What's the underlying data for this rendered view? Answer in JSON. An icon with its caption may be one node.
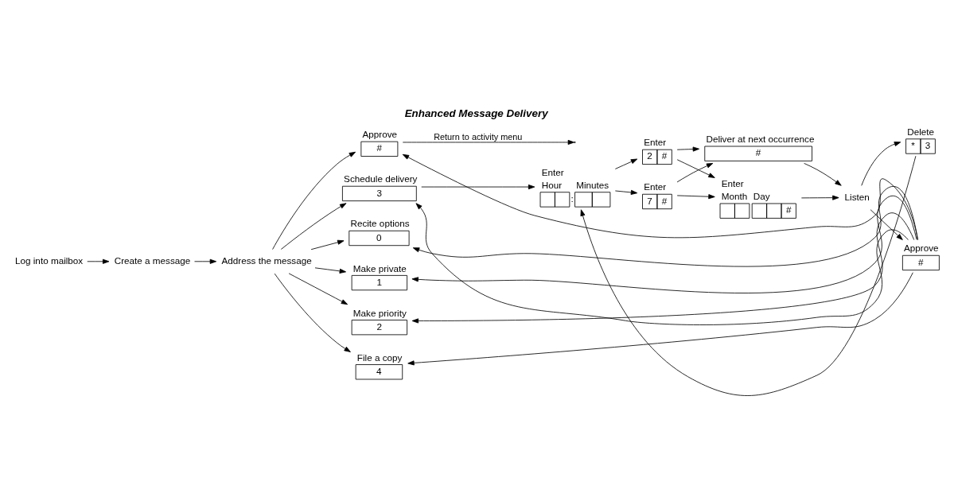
{
  "diagram": {
    "title": "Enhanced Message Delivery",
    "nodes": [
      {
        "text": [
          "Log into mailbox"
        ]
      },
      {
        "text": [
          "Create a message"
        ]
      },
      {
        "text": [
          "Address the message"
        ]
      },
      {
        "text": [
          "Approve",
          "#"
        ]
      },
      {
        "text": [
          "Recite options",
          "0"
        ]
      },
      {
        "text": [
          "Make private",
          "1"
        ]
      },
      {
        "text": [
          "Make priority",
          "2"
        ]
      },
      {
        "text": [
          "Schedule delivery",
          "3"
        ]
      },
      {
        "text": [
          "File a copy",
          "4"
        ]
      },
      {
        "text": [
          "Enter",
          "Hour",
          "Minutes",
          ":"
        ]
      },
      {
        "text": [
          "Enter",
          "2",
          "#"
        ]
      },
      {
        "text": [
          "Enter",
          "7",
          "#"
        ]
      },
      {
        "text": [
          "Deliver at next occurrence",
          "#"
        ]
      },
      {
        "text": [
          "Enter",
          "Month",
          "Day",
          "#"
        ]
      },
      {
        "text": [
          "Listen"
        ]
      },
      {
        "text": [
          "Delete",
          "*",
          "3"
        ]
      },
      {
        "text": [
          "Approve",
          "#"
        ]
      }
    ],
    "edges": [
      {
        "from": 0,
        "to": 1,
        "arrow": "to"
      },
      {
        "from": 1,
        "to": 2,
        "arrow": "to"
      },
      {
        "from": 2,
        "to": 3,
        "arrow": "to"
      },
      {
        "from": 2,
        "to": 4,
        "arrow": "to"
      },
      {
        "from": 2,
        "to": 5,
        "arrow": "to"
      },
      {
        "from": 2,
        "to": 6,
        "arrow": "to"
      },
      {
        "from": 2,
        "to": 7,
        "arrow": "to"
      },
      {
        "from": 2,
        "to": 8,
        "arrow": "to"
      },
      {
        "from": 3,
        "to": null,
        "arrow": "to",
        "label": "Return to activity menu"
      },
      {
        "from": 7,
        "to": 9,
        "arrow": "to"
      },
      {
        "from": 9,
        "to": 10,
        "arrow": "to"
      },
      {
        "from": 9,
        "to": 11,
        "arrow": "to"
      },
      {
        "from": 10,
        "to": 12,
        "arrow": "to"
      },
      {
        "from": 10,
        "to": 13,
        "arrow": "to"
      },
      {
        "from": 11,
        "to": 12,
        "arrow": "to"
      },
      {
        "from": 11,
        "to": 13,
        "arrow": "to"
      },
      {
        "from": 12,
        "to": 14,
        "arrow": "to"
      },
      {
        "from": 13,
        "to": 14,
        "arrow": "to"
      },
      {
        "from": 14,
        "to": 15,
        "arrow": "to"
      },
      {
        "from": 14,
        "to": 16,
        "arrow": "to"
      },
      {
        "from": 15,
        "to": 9,
        "arrow": "to"
      },
      {
        "from": 16,
        "to": 3,
        "arrow": "to"
      },
      {
        "from": 16,
        "to": 4,
        "arrow": "to"
      },
      {
        "from": 16,
        "to": 5,
        "arrow": "to"
      },
      {
        "from": 16,
        "to": 6,
        "arrow": "to"
      },
      {
        "from": 16,
        "to": 7,
        "arrow": "to"
      },
      {
        "from": 16,
        "to": 8,
        "arrow": "to"
      }
    ]
  }
}
